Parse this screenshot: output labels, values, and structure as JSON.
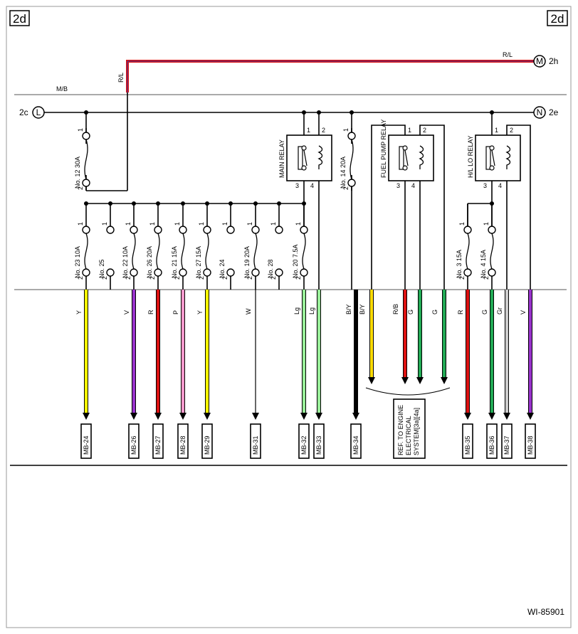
{
  "sheet": {
    "corner_left": "2d",
    "corner_right": "2d",
    "figure_id": "WI-85901"
  },
  "connectors": {
    "L": {
      "letter": "L",
      "ref": "2c"
    },
    "N": {
      "letter": "N",
      "ref": "2e"
    },
    "M": {
      "letter": "M",
      "ref": "2h"
    }
  },
  "wires_top": {
    "rl_top": "R/L",
    "rl_vertical": "R/L",
    "mb": "M/B"
  },
  "fuse_top": [
    {
      "label": "No. 12  30A",
      "pin_top": "1",
      "pin_bottom": "2"
    },
    {
      "label": "No. 14  20A",
      "pin_top": "1",
      "pin_bottom": "2"
    }
  ],
  "relays": [
    {
      "name": "MAIN RELAY",
      "pins": [
        "1",
        "2",
        "3",
        "4"
      ]
    },
    {
      "name": "FUEL PUMP RELAY",
      "pins": [
        "1",
        "2",
        "3",
        "4"
      ]
    },
    {
      "name": "H/L LO RELAY",
      "pins": [
        "1",
        "2",
        "3",
        "4"
      ]
    }
  ],
  "fuse_row": [
    {
      "label": "No. 23  10A",
      "pins": [
        "1",
        "2"
      ]
    },
    {
      "label": "No. 25",
      "pins": [
        "1",
        "2"
      ]
    },
    {
      "label": "No. 22  10A",
      "pins": [
        "1",
        "2"
      ]
    },
    {
      "label": "No. 26  20A",
      "pins": [
        "1",
        "2"
      ]
    },
    {
      "label": "No. 21  15A",
      "pins": [
        "1",
        "2"
      ]
    },
    {
      "label": "No. 27  15A",
      "pins": [
        "1",
        "2"
      ]
    },
    {
      "label": "No. 24",
      "pins": [
        "1",
        "2"
      ]
    },
    {
      "label": "No. 19  20A",
      "pins": [
        "1",
        "2"
      ]
    },
    {
      "label": "No. 28",
      "pins": [
        "1",
        "2"
      ]
    },
    {
      "label": "No. 20  7.5A",
      "pins": [
        "1",
        "2"
      ]
    },
    {
      "label": "No. 3  15A",
      "pins": [
        "1",
        "2"
      ]
    },
    {
      "label": "No. 4  15A",
      "pins": [
        "1",
        "2"
      ]
    }
  ],
  "harness": [
    {
      "code": "Y",
      "connector": "MB-24",
      "color": "#ffff00"
    },
    {
      "code": "V",
      "connector": "MB-26",
      "color": "#9933cc"
    },
    {
      "code": "R",
      "connector": "MB-27",
      "color": "#dd1111"
    },
    {
      "code": "P",
      "connector": "MB-28",
      "color": "#ff99cc"
    },
    {
      "code": "Y",
      "connector": "MB-29",
      "color": "#ffff00"
    },
    {
      "code": "W",
      "connector": "MB-31",
      "color": "#ffffff"
    },
    {
      "code": "Lg",
      "connector": "MB-32",
      "color": "#99ee99"
    },
    {
      "code": "Lg",
      "connector": "MB-33",
      "color": "#99ee99"
    },
    {
      "code": "B/Y",
      "connector": "MB-34",
      "color": "#000000"
    },
    {
      "code": "B/Y",
      "connector": "",
      "color": "#ffdd00"
    },
    {
      "code": "R/B",
      "connector": "",
      "color": "#dd1111"
    },
    {
      "code": "G",
      "connector": "",
      "color": "#22aa55"
    },
    {
      "code": "G",
      "connector": "",
      "color": "#22aa55"
    },
    {
      "code": "R",
      "connector": "MB-35",
      "color": "#dd1111"
    },
    {
      "code": "G",
      "connector": "MB-36",
      "color": "#22aa55"
    },
    {
      "code": "Gr",
      "connector": "MB-37",
      "color": "#cccccc"
    },
    {
      "code": "V",
      "connector": "MB-38",
      "color": "#9933cc"
    }
  ],
  "ref_box": {
    "lines": [
      "REF. TO ENGINE",
      "ELECTRICAL",
      "SYSTEM[3a][4a]"
    ]
  },
  "colors": {
    "rl_red": "#dd1111",
    "rl_blue": "#333399"
  }
}
